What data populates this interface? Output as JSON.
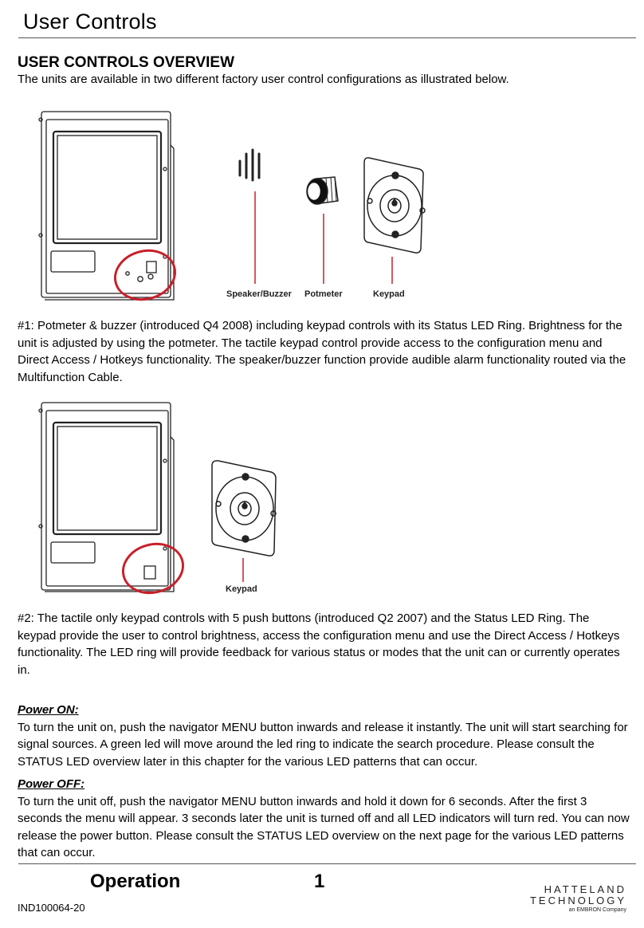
{
  "header": {
    "title": "User Controls"
  },
  "section": {
    "title": "USER CONTROLS OVERVIEW",
    "intro": "The units are available in two different factory user control configurations as illustrated below."
  },
  "figure1": {
    "labels": {
      "speaker": "Speaker/Buzzer",
      "potmeter": "Potmeter",
      "keypad": "Keypad"
    }
  },
  "config1": {
    "text": "#1: Potmeter & buzzer (introduced Q4 2008) including keypad controls with its Status LED Ring. Brightness for the unit is adjusted by using the potmeter. The tactile keypad control provide access to the configuration menu and Direct Access / Hotkeys functionality. The speaker/buzzer function provide audible alarm functionality routed via the Multifunction Cable."
  },
  "figure2": {
    "labels": {
      "keypad": "Keypad"
    }
  },
  "config2": {
    "text": "#2: The tactile only keypad controls with 5 push buttons (introduced Q2 2007) and the Status LED Ring. The keypad provide the user to control brightness, access the configuration menu and use the Direct Access / Hotkeys functionality. The LED ring will provide feedback for various status or modes that the unit can or currently operates in."
  },
  "power_on": {
    "heading": "Power ON:",
    "text": "To turn the unit on, push the navigator MENU button inwards and release it instantly. The unit will start searching for signal sources. A green led will move around the led ring to indicate the search procedure. Please consult the STATUS LED overview later in this chapter for the various LED patterns that can occur."
  },
  "power_off": {
    "heading": "Power OFF:",
    "text": "To turn the unit off, push the navigator MENU button inwards and hold it down for 6 seconds. After the first 3 seconds the menu will appear. 3 seconds later the unit is turned off and all LED indicators will turn red. You can now release the power button. Please consult the STATUS LED overview on the next page for the various LED patterns that can occur."
  },
  "footer": {
    "section": "Operation",
    "page": "1",
    "doc_id": "IND100064-20",
    "brand_line1": "HATTELAND",
    "brand_line2": "TECHNOLOGY",
    "brand_line3": "an EMBRON Company"
  },
  "colors": {
    "callout_red": "#c8202a",
    "line_art": "#222222"
  }
}
